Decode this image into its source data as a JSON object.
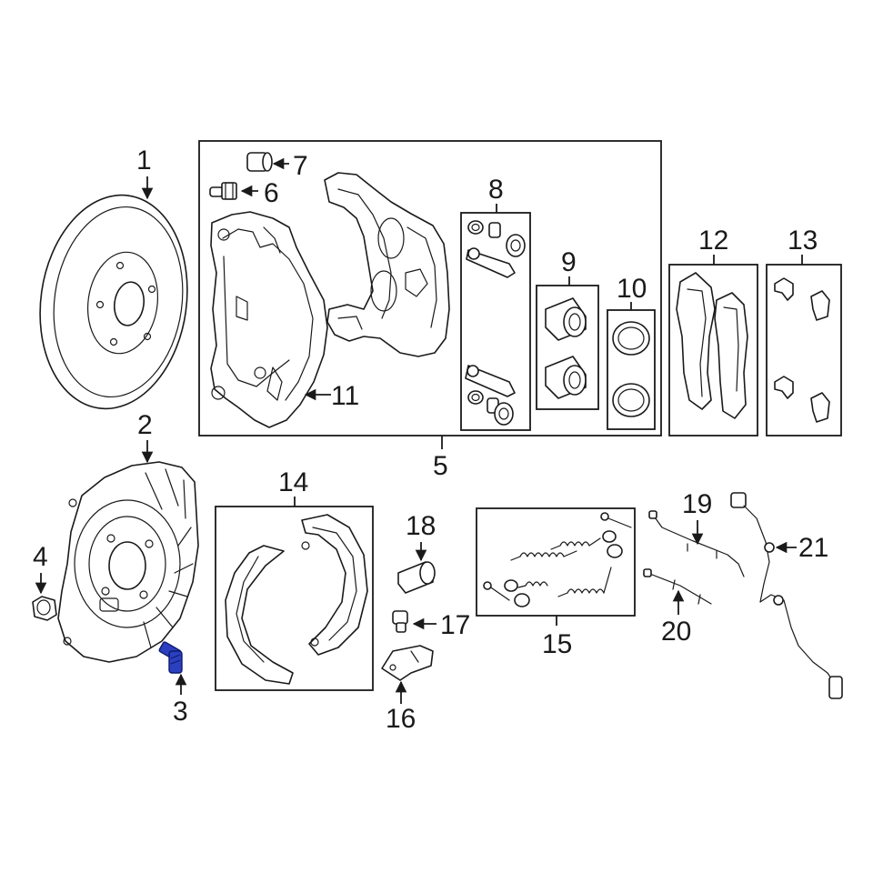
{
  "callouts": {
    "c1": "1",
    "c2": "2",
    "c3": "3",
    "c4": "4",
    "c5": "5",
    "c6": "6",
    "c7": "7",
    "c8": "8",
    "c9": "9",
    "c10": "10",
    "c11": "11",
    "c12": "12",
    "c13": "13",
    "c14": "14",
    "c15": "15",
    "c16": "16",
    "c17": "17",
    "c18": "18",
    "c19": "19",
    "c20": "20",
    "c21": "21"
  },
  "colors": {
    "line": "#1a1a1a",
    "highlight_part": "#2b3fbf"
  },
  "highlighted_part": "3"
}
